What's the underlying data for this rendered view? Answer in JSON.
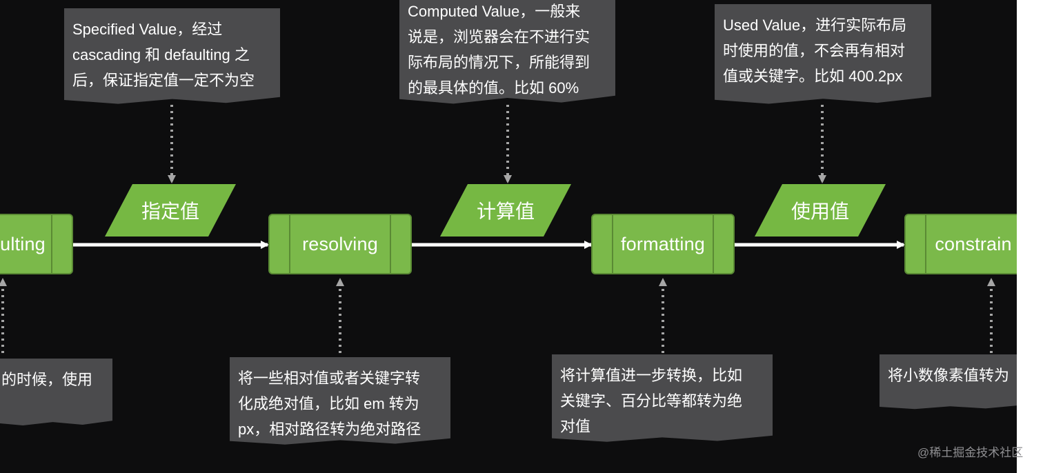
{
  "diagram": {
    "process_nodes": {
      "defaulting": "ulting",
      "resolving": "resolving",
      "formatting": "formatting",
      "constraining": "constrain"
    },
    "value_nodes": {
      "specified": "指定值",
      "computed": "计算值",
      "used": "使用值"
    },
    "notes": {
      "specified": "Specified Value，经过\ncascading 和 defaulting 之\n后，保证指定值一定不为空",
      "computed": "Computed Value，一般来\n说是，浏览器会在不进行实\n际布局的情况下，所能得到\n的最具体的值。比如 60%",
      "used": "Used Value，进行实际布局\n时使用的值，不会再有相对\n值或关键字。比如 400.2px",
      "defaulting_desc": "的时候，使用",
      "resolving_desc": "将一些相对值或者关键字转\n化成绝对值，比如 em 转为\npx，相对路径转为绝对路径",
      "formatting_desc": "将计算值进一步转换，比如\n关键字、百分比等都转为绝\n对值",
      "constraining_desc": "将小数像素值转为"
    },
    "colors": {
      "background": "#0d0d0e",
      "node_green": "#7bb94a",
      "note_gray": "#4b4b4d",
      "connector_gray": "#a6a6a6"
    }
  },
  "watermark": "@稀土掘金技术社区"
}
